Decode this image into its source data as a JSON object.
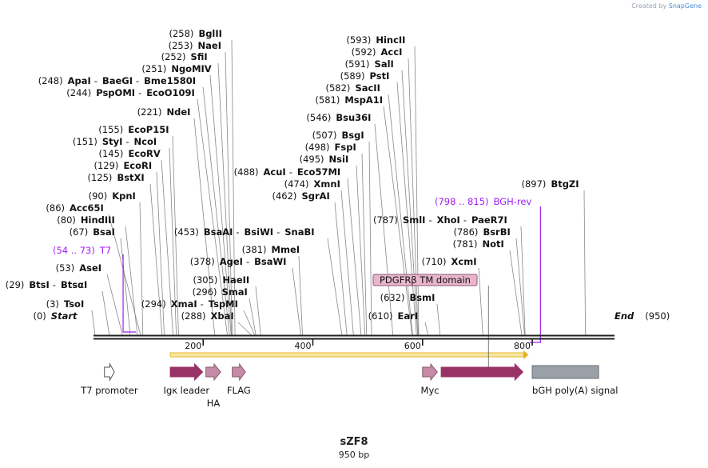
{
  "credit": {
    "prefix": "Created by",
    "brand": "SnapGene"
  },
  "map": {
    "name": "sZF8",
    "length_label": "950 bp",
    "start": 0,
    "end": 950,
    "start_label": "Start",
    "end_label": "End"
  },
  "ticks": [
    200,
    400,
    600,
    800
  ],
  "colors": {
    "primer": "#a020f0",
    "enzyme_line": "#888888",
    "backbone": "#222222",
    "igk": "#993366",
    "tag": "#c48aa6",
    "pdgfr": "#993366",
    "bgh": "#9aa0a8",
    "t7": "#ffffff",
    "orf": "#e6b422"
  },
  "sites": [
    {
      "pos": 0,
      "label": "(0)",
      "names": [
        "Start"
      ]
    },
    {
      "pos": 3,
      "label": "(3)",
      "names": [
        "TsoI"
      ]
    },
    {
      "pos": 29,
      "label": "(29)",
      "names": [
        "BtsI",
        "BtsαI"
      ]
    },
    {
      "pos": 53,
      "label": "(53)",
      "names": [
        "AseI"
      ]
    },
    {
      "pos": 67,
      "label": "(67)",
      "names": [
        "BsaI"
      ]
    },
    {
      "pos": 80,
      "label": "(80)",
      "names": [
        "HindIII"
      ]
    },
    {
      "pos": 86,
      "label": "(86)",
      "names": [
        "Acc65I"
      ]
    },
    {
      "pos": 90,
      "label": "(90)",
      "names": [
        "KpnI"
      ]
    },
    {
      "pos": 125,
      "label": "(125)",
      "names": [
        "BstXI"
      ]
    },
    {
      "pos": 129,
      "label": "(129)",
      "names": [
        "EcoRI"
      ]
    },
    {
      "pos": 145,
      "label": "(145)",
      "names": [
        "EcoRV"
      ]
    },
    {
      "pos": 151,
      "label": "(151)",
      "names": [
        "StyI",
        "NcoI"
      ]
    },
    {
      "pos": 155,
      "label": "(155)",
      "names": [
        "EcoP15I"
      ]
    },
    {
      "pos": 221,
      "label": "(221)",
      "names": [
        "NdeI"
      ]
    },
    {
      "pos": 244,
      "label": "(244)",
      "names": [
        "PspOMI",
        "EcoO109I"
      ]
    },
    {
      "pos": 248,
      "label": "(248)",
      "names": [
        "ApaI",
        "BaeGI",
        "Bme1580I"
      ]
    },
    {
      "pos": 251,
      "label": "(251)",
      "names": [
        "NgoMIV"
      ]
    },
    {
      "pos": 252,
      "label": "(252)",
      "names": [
        "SfiI"
      ]
    },
    {
      "pos": 253,
      "label": "(253)",
      "names": [
        "NaeI"
      ]
    },
    {
      "pos": 258,
      "label": "(258)",
      "names": [
        "BglII"
      ]
    },
    {
      "pos": 288,
      "label": "(288)",
      "names": [
        "XbaI"
      ]
    },
    {
      "pos": 294,
      "label": "(294)",
      "names": [
        "XmaI",
        "TspMI"
      ]
    },
    {
      "pos": 296,
      "label": "(296)",
      "names": [
        "SmaI"
      ]
    },
    {
      "pos": 305,
      "label": "(305)",
      "names": [
        "HaeII"
      ]
    },
    {
      "pos": 378,
      "label": "(378)",
      "names": [
        "AgeI",
        "BsaWI"
      ]
    },
    {
      "pos": 381,
      "label": "(381)",
      "names": [
        "MmeI"
      ]
    },
    {
      "pos": 453,
      "label": "(453)",
      "names": [
        "BsaAI",
        "BsiWI",
        "SnaBI"
      ]
    },
    {
      "pos": 462,
      "label": "(462)",
      "names": [
        "SgrAI"
      ]
    },
    {
      "pos": 474,
      "label": "(474)",
      "names": [
        "XmnI"
      ]
    },
    {
      "pos": 488,
      "label": "(488)",
      "names": [
        "AcuI",
        "Eco57MI"
      ]
    },
    {
      "pos": 495,
      "label": "(495)",
      "names": [
        "NsiI"
      ]
    },
    {
      "pos": 498,
      "label": "(498)",
      "names": [
        "FspI"
      ]
    },
    {
      "pos": 507,
      "label": "(507)",
      "names": [
        "BsgI"
      ]
    },
    {
      "pos": 546,
      "label": "(546)",
      "names": [
        "Bsu36I"
      ]
    },
    {
      "pos": 581,
      "label": "(581)",
      "names": [
        "MspA1I"
      ]
    },
    {
      "pos": 582,
      "label": "(582)",
      "names": [
        "SacII"
      ]
    },
    {
      "pos": 589,
      "label": "(589)",
      "names": [
        "PstI"
      ]
    },
    {
      "pos": 591,
      "label": "(591)",
      "names": [
        "SalI"
      ]
    },
    {
      "pos": 592,
      "label": "(592)",
      "names": [
        "AccI"
      ]
    },
    {
      "pos": 593,
      "label": "(593)",
      "names": [
        "HincII"
      ]
    },
    {
      "pos": 610,
      "label": "(610)",
      "names": [
        "EarI"
      ]
    },
    {
      "pos": 632,
      "label": "(632)",
      "names": [
        "BsmI"
      ]
    },
    {
      "pos": 710,
      "label": "(710)",
      "names": [
        "XcmI"
      ]
    },
    {
      "pos": 781,
      "label": "(781)",
      "names": [
        "NotI"
      ]
    },
    {
      "pos": 786,
      "label": "(786)",
      "names": [
        "BsrBI"
      ]
    },
    {
      "pos": 787,
      "label": "(787)",
      "names": [
        "SmlI",
        "XhoI",
        "PaeR7I"
      ]
    },
    {
      "pos": 897,
      "label": "(897)",
      "names": [
        "BtgZI"
      ]
    },
    {
      "pos": 950,
      "label": "(950)",
      "names": [
        "End"
      ]
    }
  ],
  "primers": [
    {
      "range": "(54 .. 73)",
      "name": "T7"
    },
    {
      "range": "(798 .. 815)",
      "name": "BGH-rev"
    }
  ],
  "features": [
    {
      "name": "T7 promoter",
      "start": 20,
      "end": 38
    },
    {
      "name": "Igκ leader",
      "start": 140,
      "end": 199
    },
    {
      "name": "HA",
      "start": 205,
      "end": 232
    },
    {
      "name": "FLAG",
      "start": 253,
      "end": 277
    },
    {
      "name": "Myc",
      "start": 600,
      "end": 627
    },
    {
      "name": "PDGFRβ TM domain",
      "start": 634,
      "end": 783
    },
    {
      "name": "bGH poly(A) signal",
      "start": 800,
      "end": 921
    }
  ],
  "orf": {
    "start": 140,
    "end": 793
  }
}
